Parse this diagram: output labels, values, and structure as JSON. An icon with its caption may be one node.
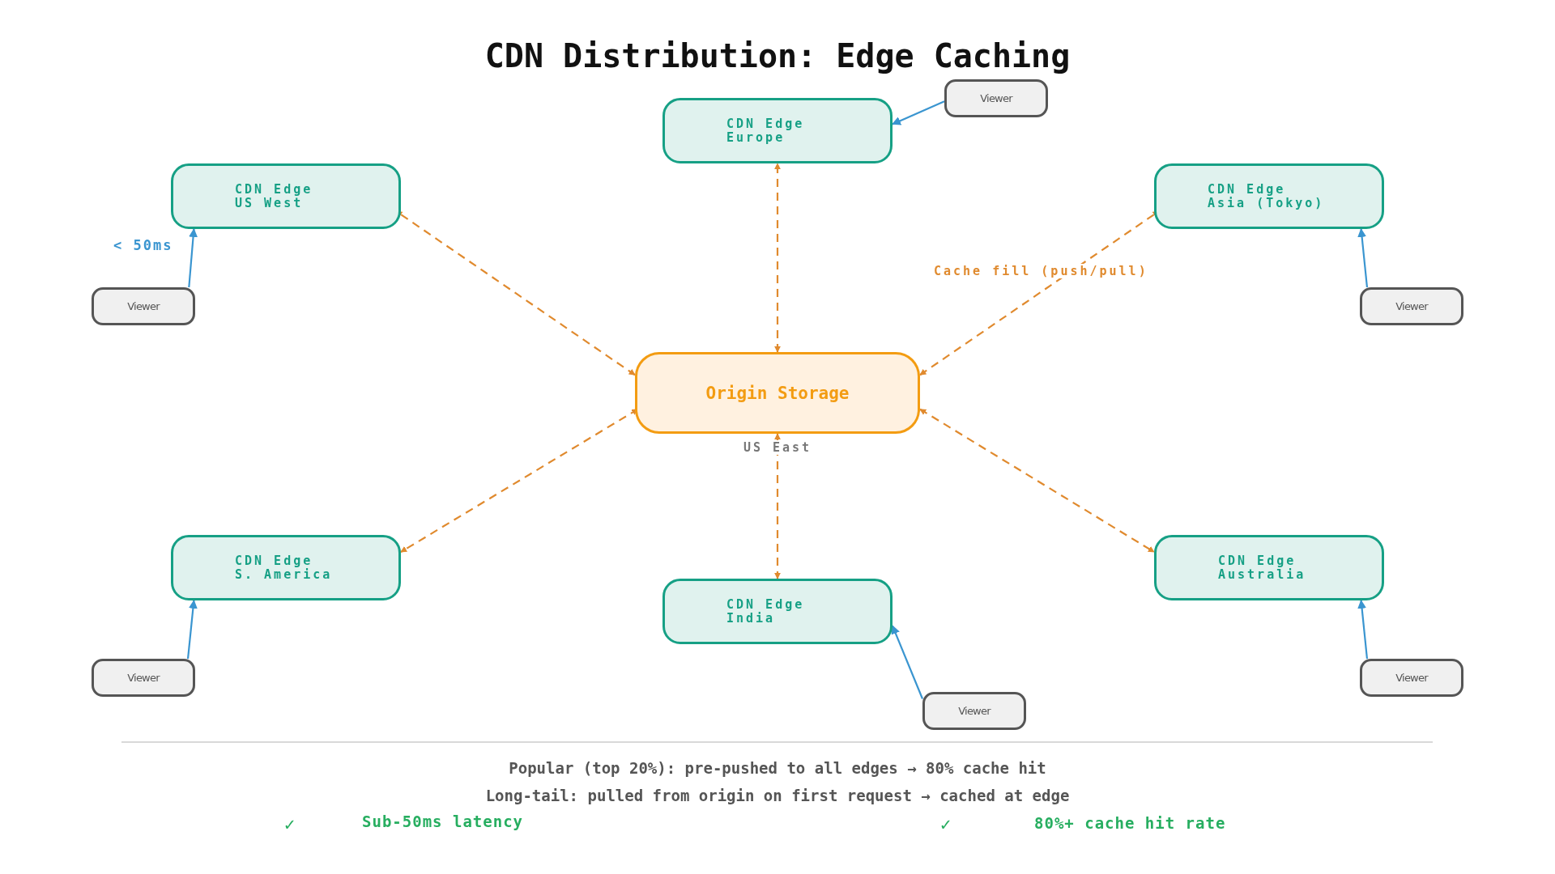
{
  "diagram": {
    "title": "CDN Distribution: Edge Caching",
    "nodes": [
      {
        "text": [
          "CDN Edge Europe"
        ]
      },
      {
        "text": [
          "Viewer"
        ]
      },
      {
        "text": [
          "CDN Edge US West"
        ]
      },
      {
        "text": [
          "CDN Edge Asia (Tokyo)"
        ]
      },
      {
        "text": [
          "Viewer"
        ]
      },
      {
        "text": [
          "Viewer"
        ]
      },
      {
        "text": [
          "Origin Storage"
        ],
        "beside": [
          "US East"
        ]
      },
      {
        "text": [
          "CDN Edge S. America"
        ]
      },
      {
        "text": [
          "CDN Edge Australia"
        ]
      },
      {
        "text": [
          "CDN Edge India"
        ]
      },
      {
        "text": [
          "Viewer"
        ]
      },
      {
        "text": [
          "Viewer"
        ]
      },
      {
        "text": [
          "Viewer"
        ]
      }
    ],
    "edges": [
      {
        "from": 6,
        "to": 0,
        "arrow": "both",
        "style": "dashed",
        "color": "#e08a2e"
      },
      {
        "from": 6,
        "to": 2,
        "arrow": "both",
        "style": "dashed",
        "color": "#e08a2e"
      },
      {
        "from": 6,
        "to": 3,
        "arrow": "both",
        "style": "dashed",
        "color": "#e08a2e",
        "label": "Cache fill (push/pull)"
      },
      {
        "from": 6,
        "to": 7,
        "arrow": "both",
        "style": "dashed",
        "color": "#e08a2e"
      },
      {
        "from": 6,
        "to": 9,
        "arrow": "both",
        "style": "dashed",
        "color": "#e08a2e"
      },
      {
        "from": 6,
        "to": 8,
        "arrow": "both",
        "style": "dashed",
        "color": "#e08a2e"
      },
      {
        "from": 1,
        "to": 0,
        "arrow": "to",
        "color": "#3a95d0"
      },
      {
        "from": 4,
        "to": 2,
        "arrow": "to",
        "color": "#3a95d0",
        "label": "< 50ms"
      },
      {
        "from": 5,
        "to": 3,
        "arrow": "to",
        "color": "#3a95d0"
      },
      {
        "from": 10,
        "to": 7,
        "arrow": "to",
        "color": "#3a95d0"
      },
      {
        "from": 11,
        "to": 9,
        "arrow": "to",
        "color": "#3a95d0"
      },
      {
        "from": 12,
        "to": 8,
        "arrow": "to",
        "color": "#3a95d0"
      }
    ],
    "labels": [
      "Popular (top 20%): pre-pushed to all edges → 80% cache hit",
      "Long-tail: pulled from origin on first request → cached at edge",
      "✓",
      "Sub-50ms latency",
      "✓",
      "80%+ cache hit rate"
    ]
  }
}
